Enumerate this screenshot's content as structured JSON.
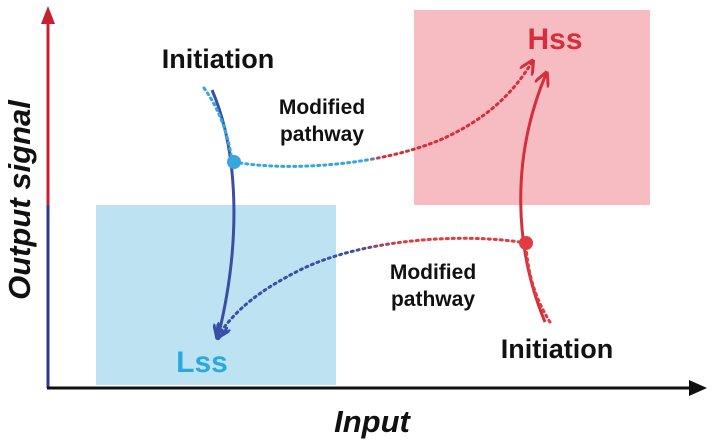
{
  "axes": {
    "x_label": "Input",
    "y_label": "Output signal"
  },
  "states": {
    "high": "Hss",
    "low": "Lss"
  },
  "labels": {
    "initiation_top": "Initiation",
    "initiation_bottom": "Initiation",
    "modified_top_line1": "Modified",
    "modified_top_line2": "pathway",
    "modified_bottom_line1": "Modified",
    "modified_bottom_line2": "pathway"
  },
  "colors": {
    "axis_dark": "#111111",
    "axis_red": "#c8202f",
    "axis_blue": "#2e3a8c",
    "high_box": "#f7bcc2",
    "low_box": "#bde3f3",
    "red_path": "#d42f3a",
    "blue_path": "#3b4ea6",
    "light_blue": "#36a6df",
    "hss_text": "#d42f3a",
    "lss_text": "#2aa9e0"
  }
}
